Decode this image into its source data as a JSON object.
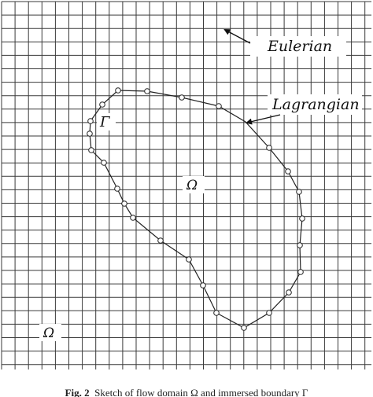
{
  "labels": {
    "eulerian": "Eulerian",
    "lagrangian": "Lagrangian",
    "gamma": "Γ",
    "omega_inner": "Ω",
    "omega_outer": "Ω"
  },
  "caption": {
    "number": "Fig. 2",
    "text": "Sketch of flow domain Ω and immersed boundary Γ"
  },
  "colors": {
    "grid": "#3a3a3a",
    "boundary": "#222222",
    "marker_fill": "#ffffff"
  }
}
